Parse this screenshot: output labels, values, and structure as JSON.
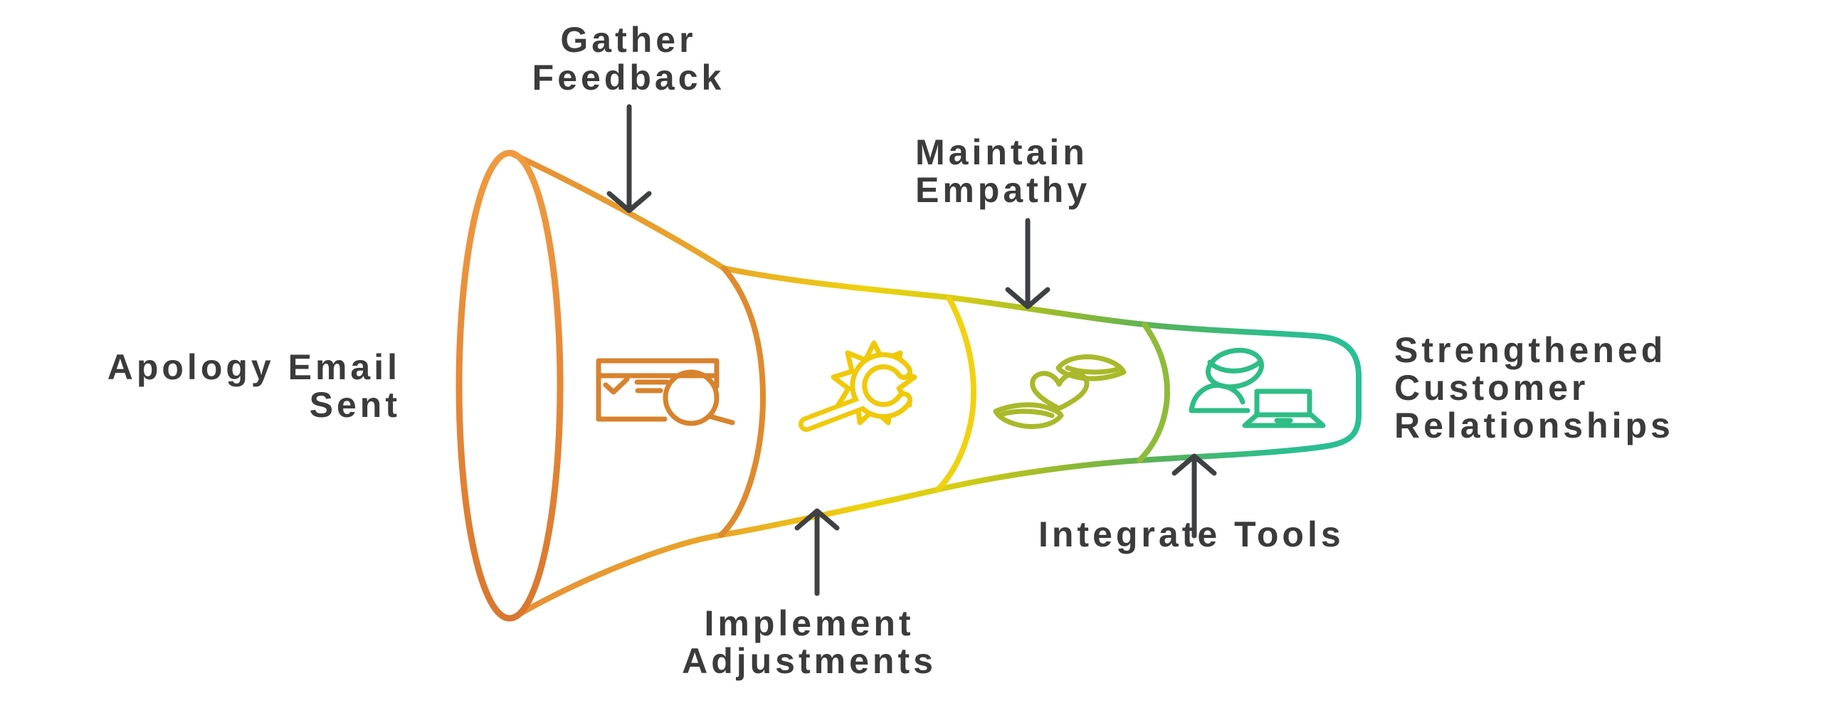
{
  "diagram": {
    "type": "horizontal-funnel",
    "entry_label": {
      "lines": [
        "Apology Email",
        "Sent"
      ]
    },
    "outcome_label": {
      "lines": [
        "Strengthened",
        "Customer",
        "Relationships"
      ]
    },
    "stages": [
      {
        "name": "gather-feedback",
        "lines": [
          "Gather",
          "Feedback"
        ],
        "callout": "top",
        "icon": "browser-search-icon",
        "color": "#d8822d"
      },
      {
        "name": "implement-adjustments",
        "lines": [
          "Implement",
          "Adjustments"
        ],
        "callout": "bottom",
        "icon": "wrench-gear-icon",
        "color": "#f0c908"
      },
      {
        "name": "maintain-empathy",
        "lines": [
          "Maintain",
          "Empathy"
        ],
        "callout": "top",
        "icon": "hands-heart-icon",
        "color": "#a9b92b"
      },
      {
        "name": "integrate-tools",
        "lines": [
          "Integrate Tools"
        ],
        "callout": "bottom",
        "icon": "person-laptop-icon",
        "color": "#2ebd86"
      }
    ],
    "boundary_colors": [
      "#df8a2e",
      "#f0d211",
      "#8fbb3a"
    ],
    "gradient_stops": [
      "#e8883a",
      "#e9a827",
      "#eed20e",
      "#d3cc16",
      "#9aba2c",
      "#55b25c",
      "#2dbd8c",
      "#2abf96"
    ],
    "mouth": {
      "top": "#f09a40",
      "bottom": "#d9772f"
    },
    "text_color": "#3b3b3b",
    "arrow_color": "#3f4043"
  }
}
